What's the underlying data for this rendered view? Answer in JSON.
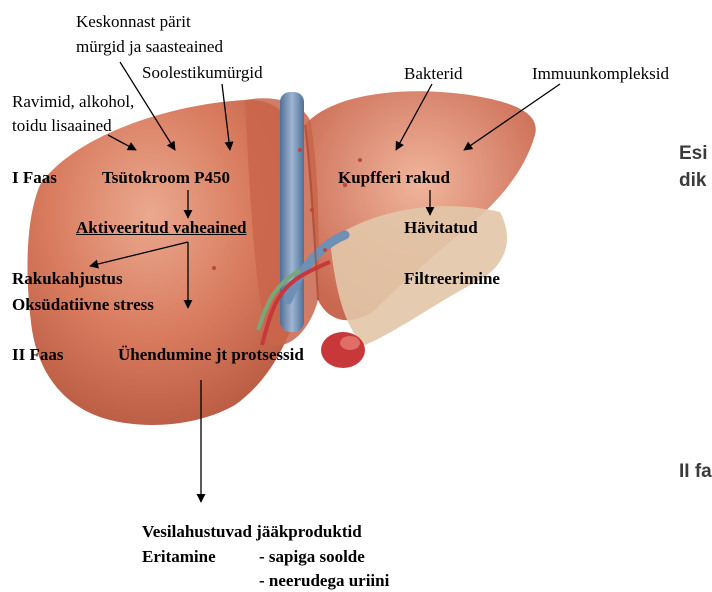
{
  "annotations": {
    "toxins_top_line1": "Keskonnast pärit",
    "toxins_top_line2": "mürgid ja saasteained",
    "intestinal_toxins": "Soolestikumürgid",
    "bacteria": "Bakterid",
    "immune_complexes": "Immuunkompleksid",
    "drugs_line1": "Ravimid, alkohol,",
    "drugs_line2": "toidu lisaained"
  },
  "phase1": {
    "label": "I Faas",
    "enzyme": "Tsütokroom P450",
    "kupffer": "Kupfferi rakud",
    "intermediates": "Aktiveeritud vaheained",
    "destroyed": "Hävitatud",
    "damage_line1": "Rakukahjustus",
    "damage_line2": "Oksüdatiivne stress",
    "filtration": "Filtreerimine"
  },
  "phase2": {
    "label": "II Faas",
    "conjugation": "Ühendumine jt protsessid"
  },
  "outputs": {
    "products": "Vesilahustuvad jääkproduktid",
    "elimination": "Eritamine",
    "to_intestine": "- sapiga soolde",
    "to_urine": "- neerudega uriini"
  },
  "side_slide": {
    "line1": "Esi",
    "line2": "dik",
    "line3": "II fa"
  },
  "colors": {
    "liver_main": "#cf6a4f",
    "liver_light": "#eaa98e",
    "liver_shadow": "#a84a33",
    "gallbladder": "#d8cc98",
    "vein_blue": "#6f8fb4",
    "artery_red": "#c8373a",
    "bile_green": "#78a878"
  }
}
